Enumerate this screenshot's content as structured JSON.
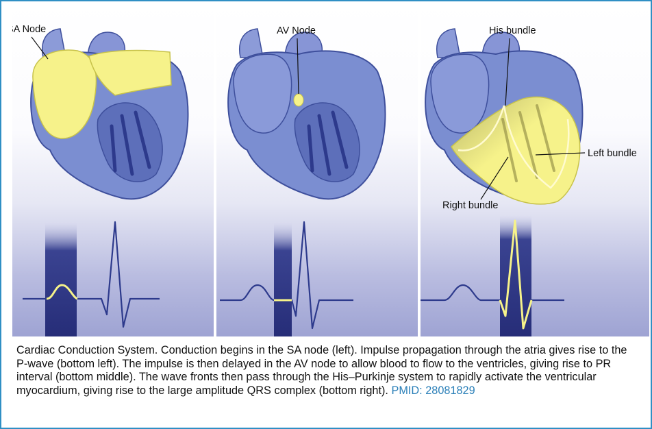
{
  "labels": {
    "sa_node": "SA Node",
    "av_node": "AV Node",
    "his_bundle": "His bundle",
    "left_bundle": "Left bundle",
    "right_bundle": "Right bundle"
  },
  "caption": {
    "text": "Cardiac Conduction System. Conduction begins in the SA node (left). Impulse propagation through the atria gives rise to the P-wave (bottom left). The impulse is then delayed in the AV node to allow blood to flow to the ventricles, giving rise to PR interval (bottom middle). The wave fronts then pass through the His–Purkinje system to rapidly activate the ventricular myocardium, giving rise to the large amplitude QRS complex (bottom right).",
    "pmid": "PMID: 28081829"
  },
  "colors": {
    "frame": "#2f8fc4",
    "heart": "#7b8ed1",
    "heart_dark": "#3e4f9c",
    "highlight": "#f6f28a",
    "ecg_line": "#2d3a8c",
    "band": "#2b3382",
    "pmid_link": "#2a7fb8"
  }
}
